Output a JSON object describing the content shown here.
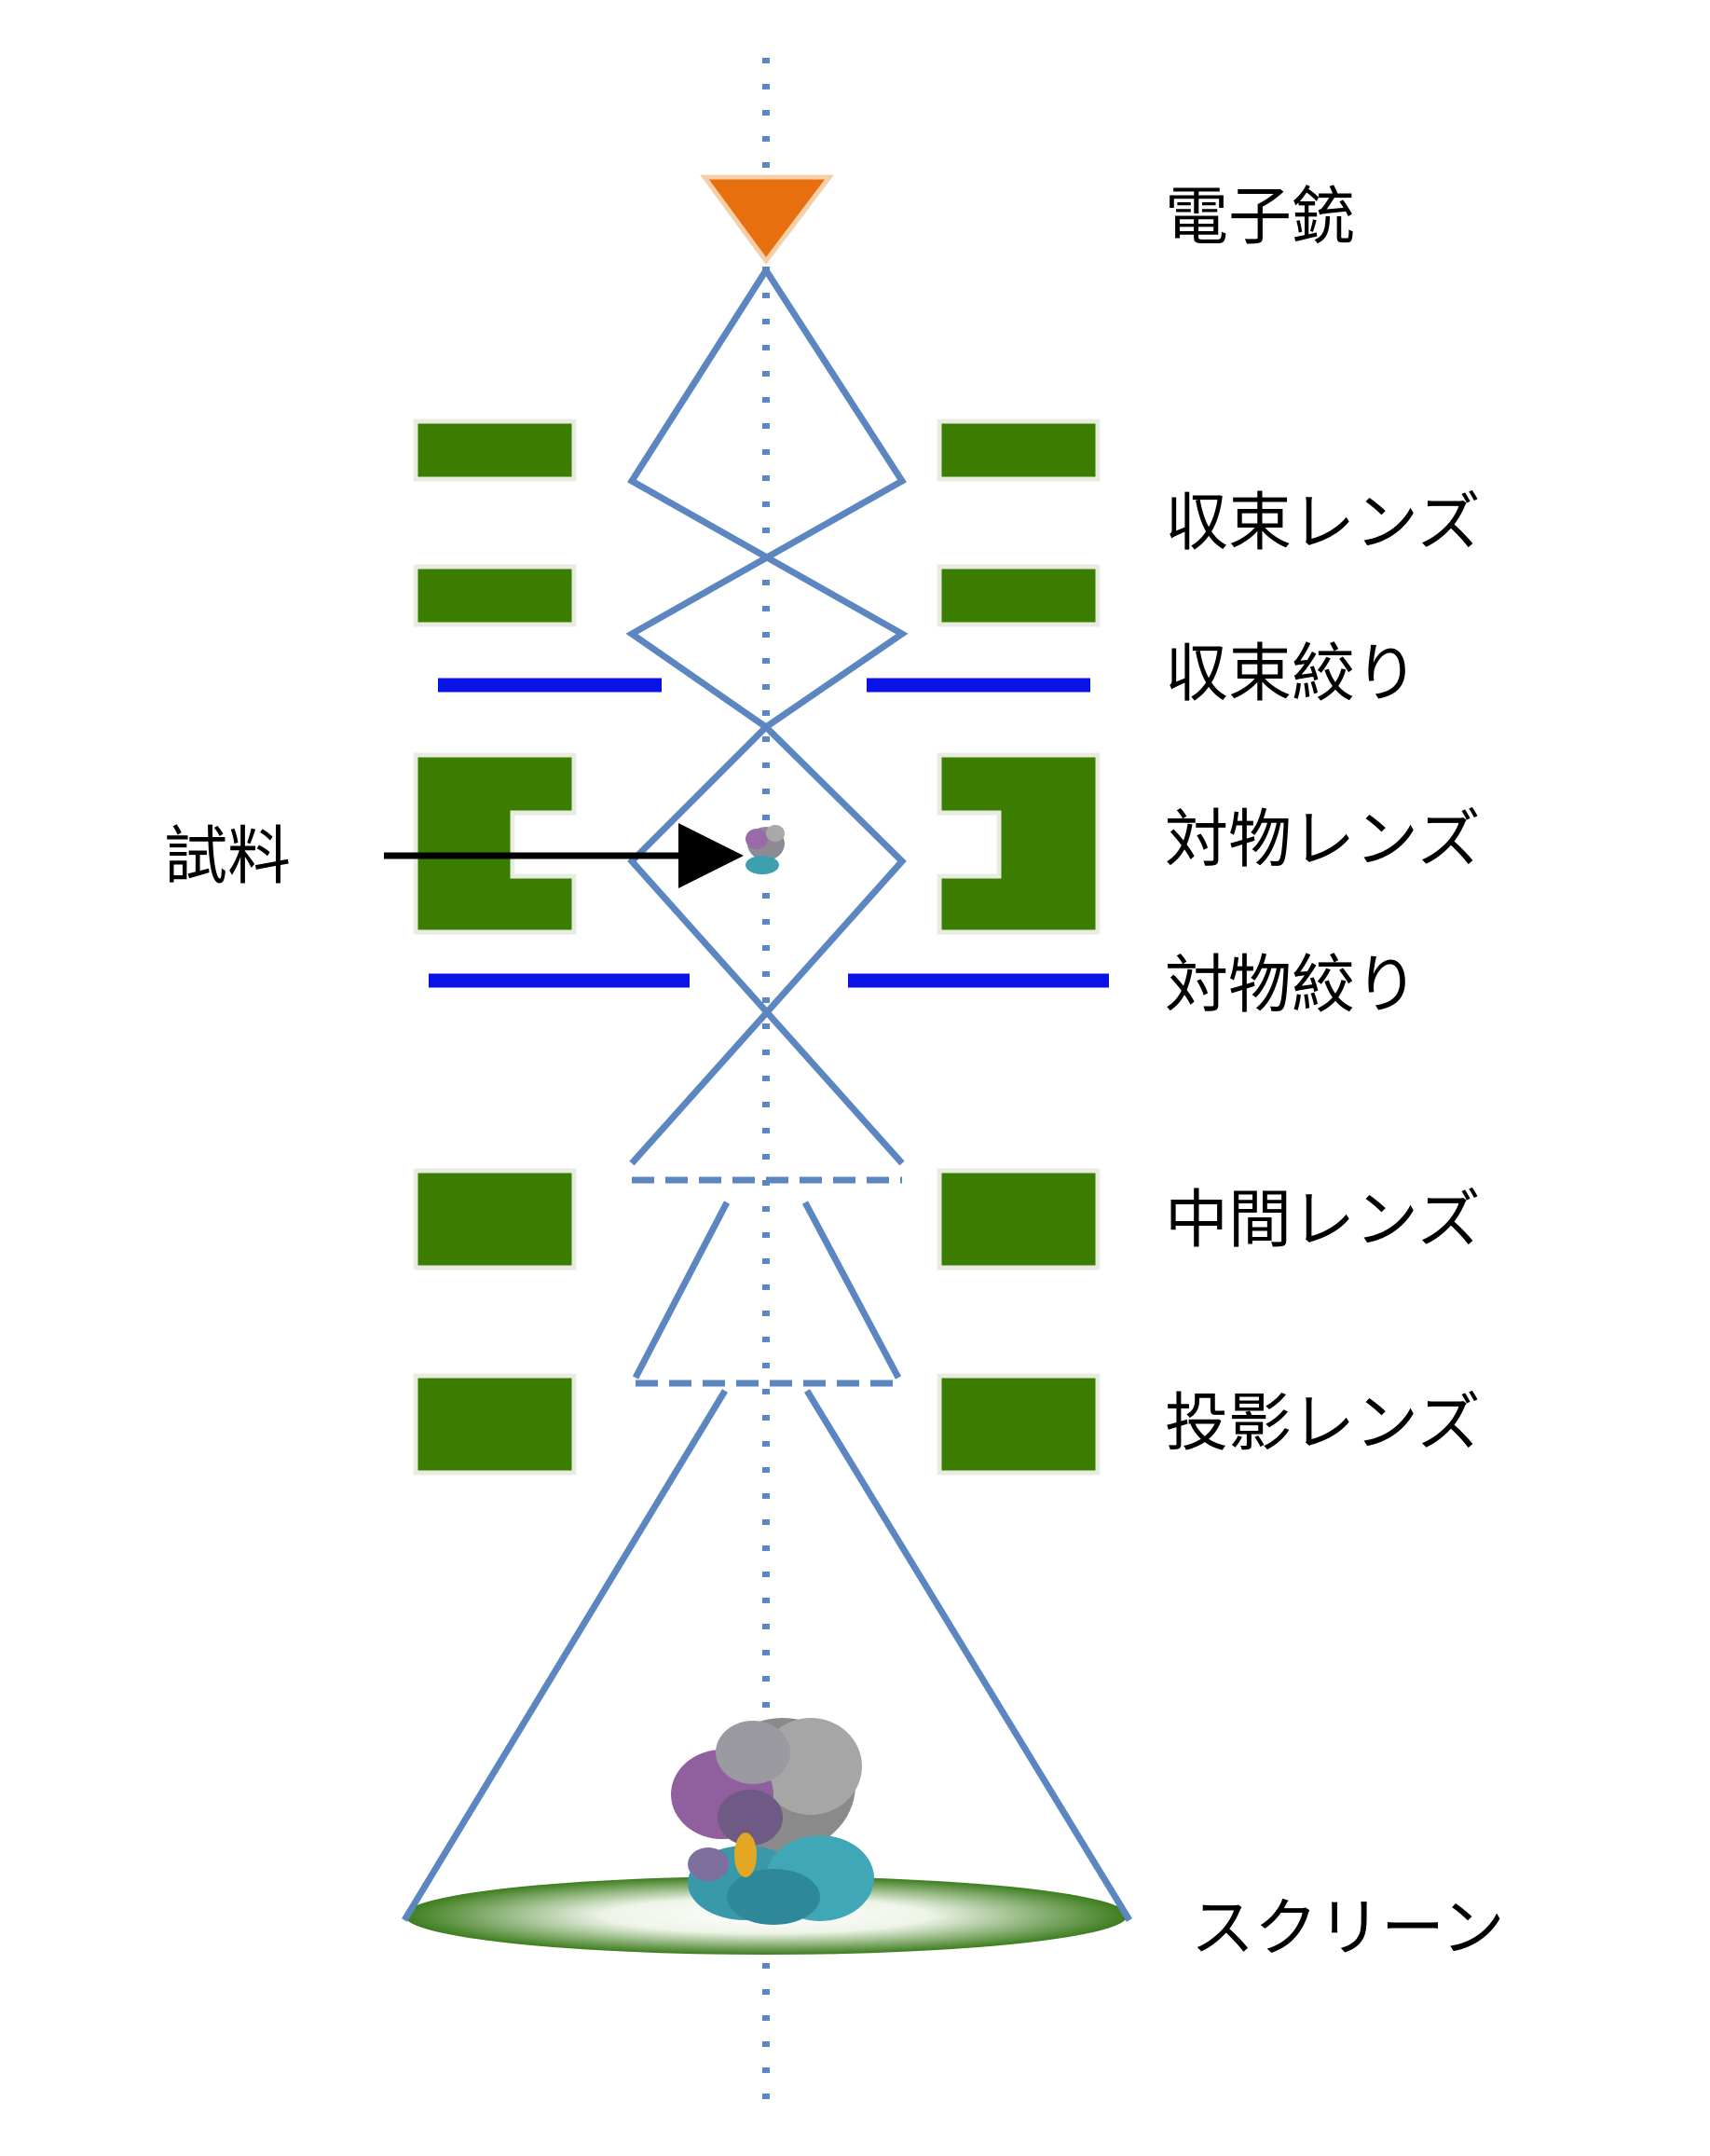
{
  "labels": {
    "electron_gun": "電子銃",
    "condenser_lens": "収束レンズ",
    "condenser_aperture": "収束絞り",
    "objective_lens": "対物レンズ",
    "objective_aperture": "対物絞り",
    "intermediate_lens": "中間レンズ",
    "projector_lens": "投影レンズ",
    "screen": "スクリーン",
    "specimen": "試料"
  },
  "colors": {
    "beam": "#5b86c0",
    "axis": "#5b86c0",
    "lens": "#3a7d00",
    "aperture": "#0a12e6",
    "gun": "#e86f0e",
    "screen": "#3d7d1e",
    "arrow": "#000000"
  }
}
